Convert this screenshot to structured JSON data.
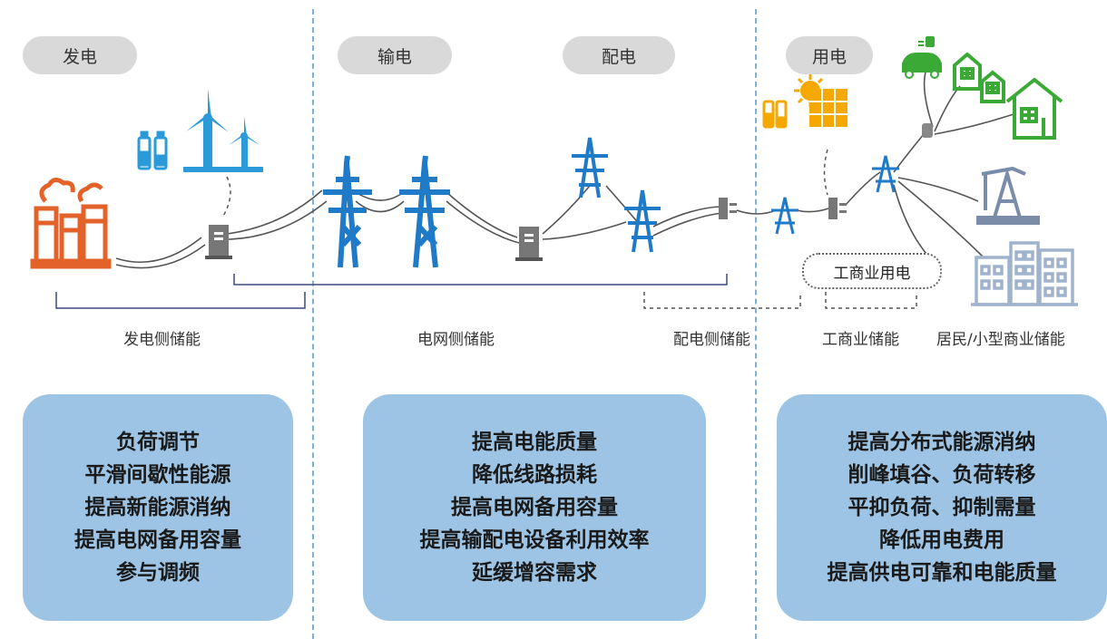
{
  "stages": {
    "generation": "发电",
    "transmission": "输电",
    "distribution": "配电",
    "consumption": "用电"
  },
  "storage_labels": {
    "generation_side": "发电侧储能",
    "grid_side": "电网侧储能",
    "distribution_side": "配电侧储能",
    "commercial_industrial": "工商业储能",
    "residential_small_commercial": "居民/小型商业储能"
  },
  "commercial_bubble": "工商业用电",
  "benefit_boxes": {
    "generation": [
      "负荷调节",
      "平滑间歇性能源",
      "提高新能源消纳",
      "提高电网备用容量",
      "参与调频"
    ],
    "grid": [
      "提高电能质量",
      "降低线路损耗",
      "提高电网备用容量",
      "提高输配电设备利用效率",
      "延缓增容需求"
    ],
    "user": [
      "提高分布式能源消纳",
      "削峰填谷、负荷转移",
      "平抑负荷、抑制需量",
      "降低用电费用",
      "提高供电可靠和电能质量"
    ]
  },
  "colors": {
    "factory": "#e2622a",
    "tower": "#1f7ac8",
    "wind": "#2a9ad8",
    "solar": "#f5a800",
    "home": "#3aa935",
    "industry_gray": "#7a8ca8",
    "box_fill": "#9dc4e4"
  },
  "icons": [
    "factory-icon",
    "battery-icon",
    "wind-turbine-icon",
    "transmission-tower-icon",
    "storage-cabinet-icon",
    "solar-panel-icon",
    "sun-icon",
    "ev-charger-icon",
    "house-icon",
    "oil-pump-icon",
    "office-building-icon"
  ]
}
